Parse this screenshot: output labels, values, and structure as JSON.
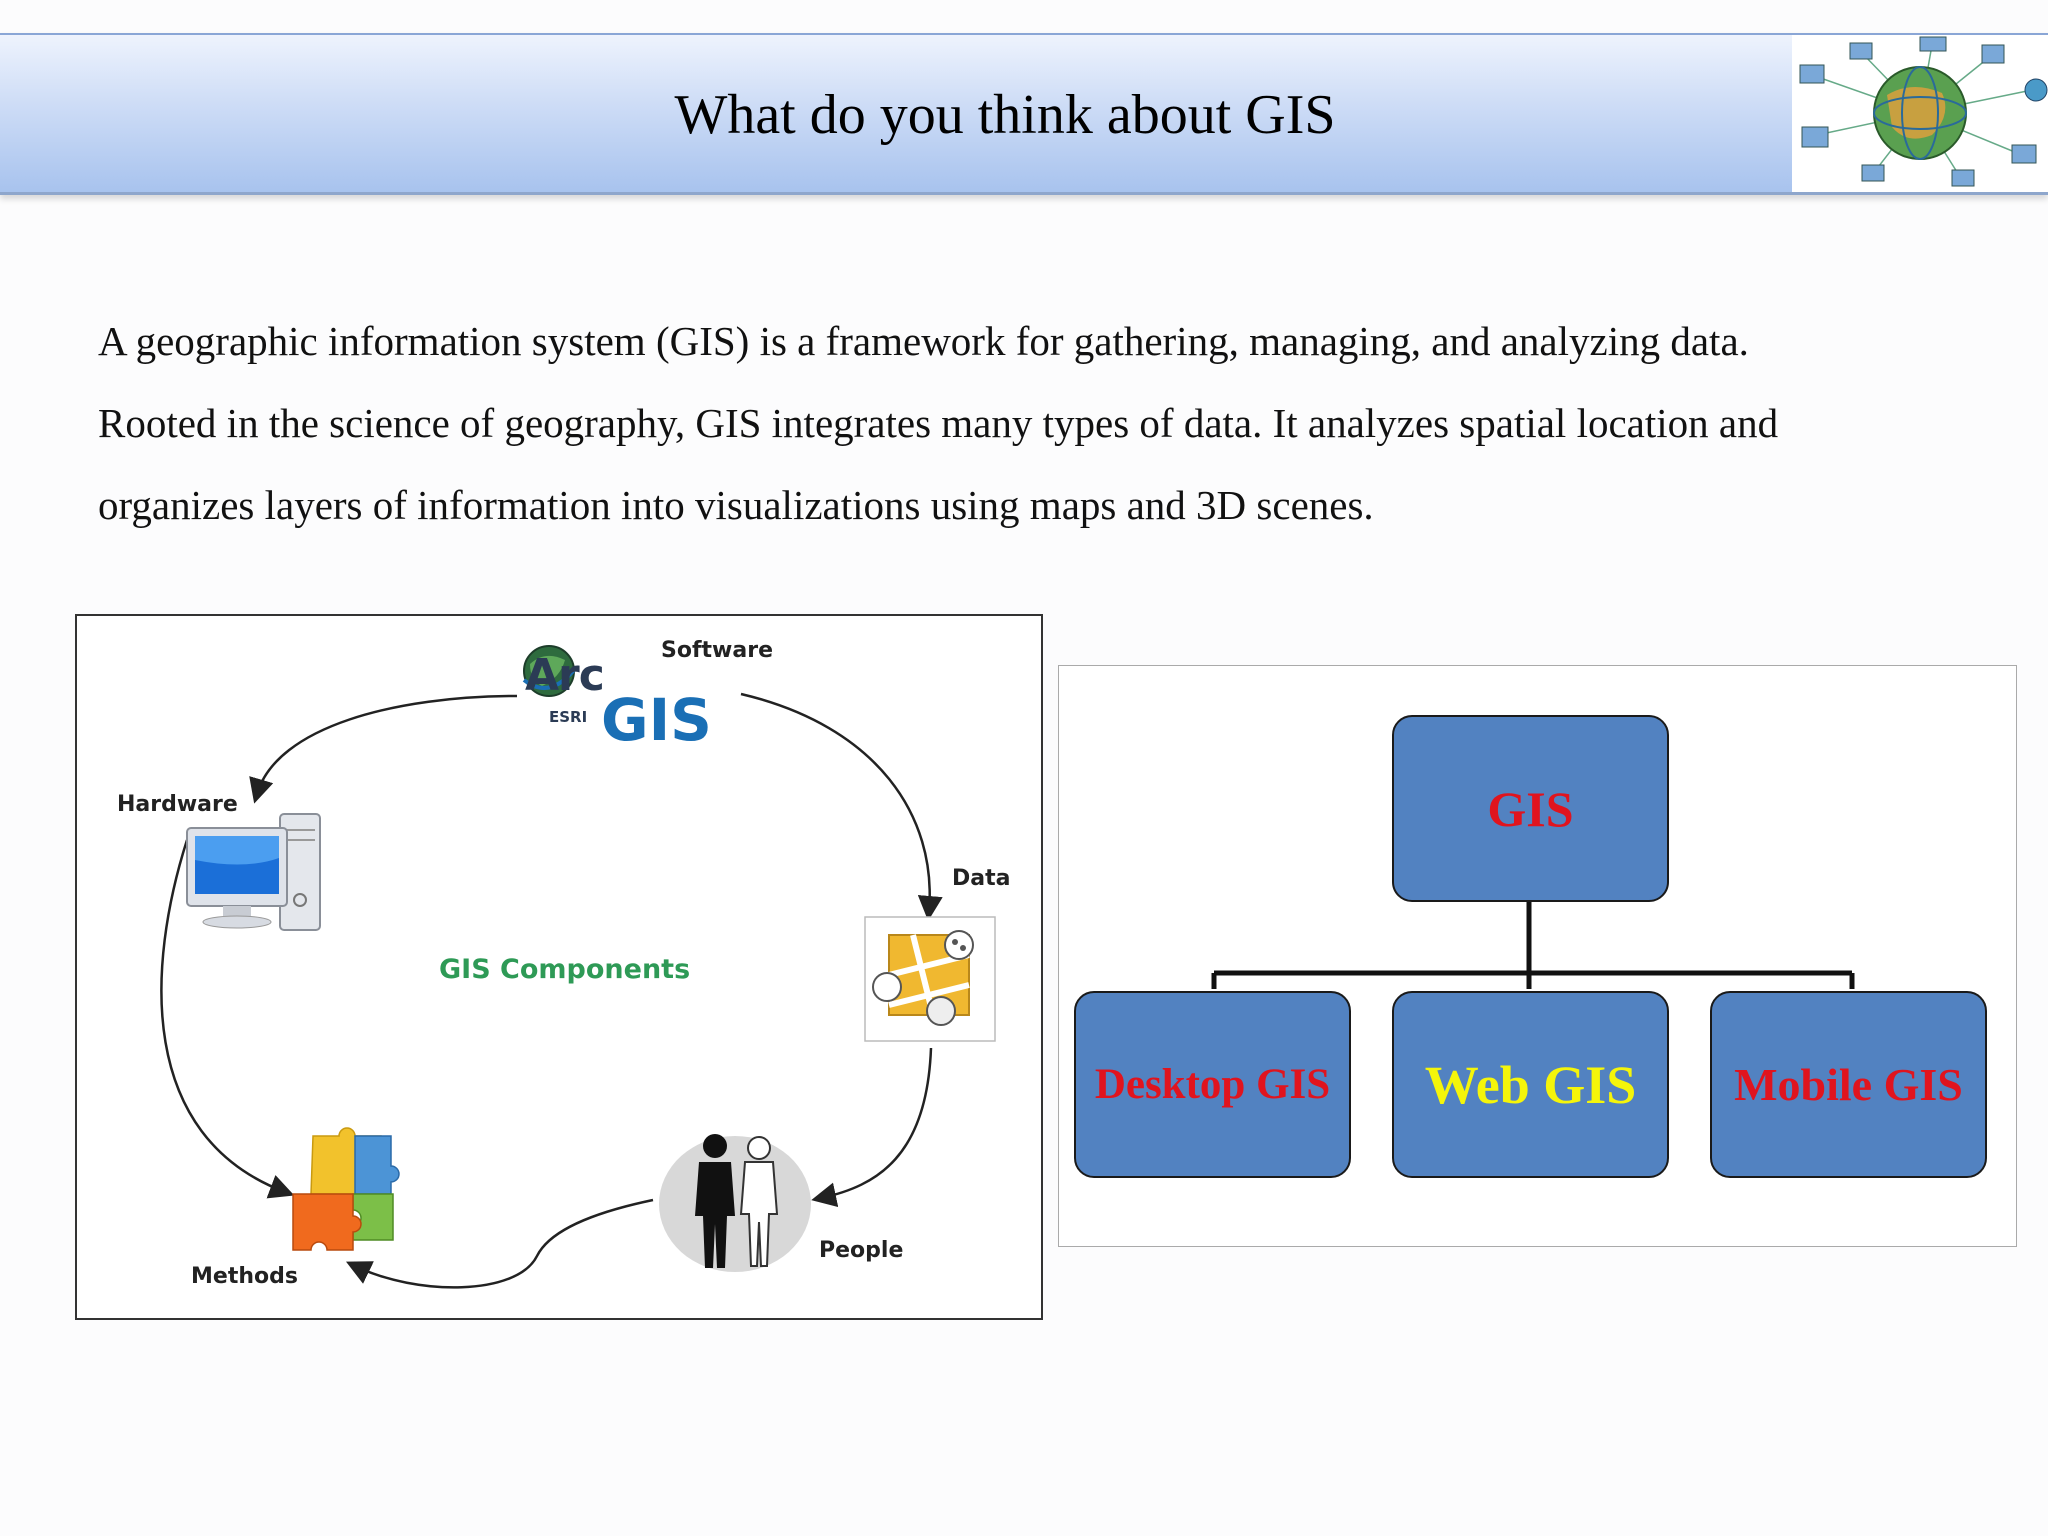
{
  "header": {
    "title": "What do you think about GIS"
  },
  "intro": {
    "line1": "A geographic information system (GIS) is a framework for gathering, managing, and analyzing data.",
    "line2": "Rooted in the science of geography, GIS integrates many types of data. It analyzes spatial location and",
    "line3": "organizes layers of information into visualizations using maps and 3D scenes."
  },
  "components_diagram": {
    "center_label": "GIS Components",
    "software_label": "Software",
    "hardware_label": "Hardware",
    "data_label": "Data",
    "people_label": "People",
    "methods_label": "Methods",
    "logo": {
      "arc": "Arc",
      "esri": "ESRI",
      "gis": "GIS"
    }
  },
  "hierarchy_diagram": {
    "root": "GIS",
    "children": [
      "Desktop GIS",
      "Web GIS",
      "Mobile GIS"
    ],
    "colors": {
      "box_fill": "#5282c1",
      "root_text": "#e0141e",
      "desktop_text": "#e0141e",
      "web_text": "#f5f50a",
      "mobile_text": "#e0141e"
    }
  },
  "icons": [
    "globe-network-icon",
    "computer-icon",
    "map-data-icon",
    "people-silhouette-icon",
    "puzzle-icon",
    "arcgis-globe-icon"
  ]
}
